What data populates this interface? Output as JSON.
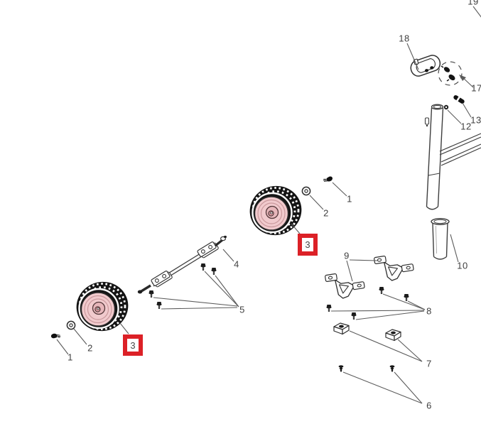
{
  "diagram": {
    "kind": "exploded-parts-diagram",
    "colors": {
      "background": "#ffffff",
      "part_line": "#3e3e3e",
      "leader_line": "#5b5b5b",
      "label_text": "#3f3f3f",
      "highlight_red": "#dc2127",
      "tire_black": "#141414",
      "hub_pink": "#f1cacd",
      "hub_cap_pink": "#e7b6ba"
    }
  },
  "callouts": {
    "front_wheel_bolt": "1",
    "front_wheel_washer": "2",
    "front_wheel": "3",
    "rear_wheel_bolt": "1",
    "rear_wheel_washer": "2",
    "rear_wheel": "3",
    "axle": "4",
    "axle_bolts": "5",
    "push_pins": "6",
    "cage_nuts": "7",
    "bracket_bolts": "8",
    "caster_brackets": "9",
    "sleeve_tube": "10",
    "lock_nut": "12",
    "clevis_pin": "13",
    "hardware_set": "17",
    "handle_clamp": "18",
    "frame": "19"
  }
}
